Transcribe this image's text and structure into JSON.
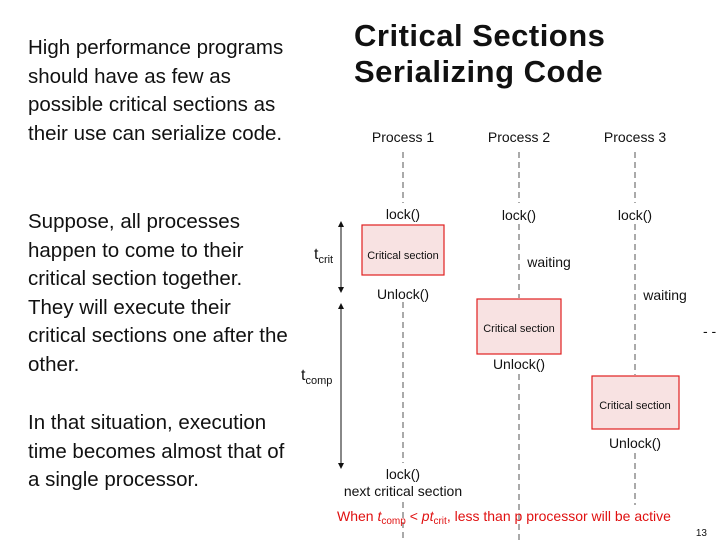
{
  "text": {
    "para1": "High performance programs should have as few as possible critical sections as their use can serialize code.",
    "para2": "Suppose, all processes happen to come to their critical section together. They will execute their critical sections one after the other.",
    "para3": "In that situation, execution time becomes almost that of a single processor."
  },
  "title": {
    "line1": "Critical Sections",
    "line2": "Serializing Code"
  },
  "diagram": {
    "processes": [
      "Process 1",
      "Process 2",
      "Process 3"
    ],
    "lock": "lock()",
    "unlock": "Unlock()",
    "critical_section": "Critical section",
    "waiting": "waiting",
    "t_main": "t",
    "t_crit_sub": "crit",
    "t_comp_sub": "comp",
    "next_critical": "next critical section",
    "footnote": {
      "prefix": "When ",
      "t": "t",
      "comp": "comp",
      "lt": " < ",
      "pt": "pt",
      "crit": "crit",
      "suffix": ", less than p processor will be active"
    },
    "dash_right": "- -"
  },
  "page_number": "13",
  "colors": {
    "box_fill": "#f8e2e2",
    "box_stroke": "#e02020",
    "footnote": "#e01010",
    "dash": "#555555"
  }
}
